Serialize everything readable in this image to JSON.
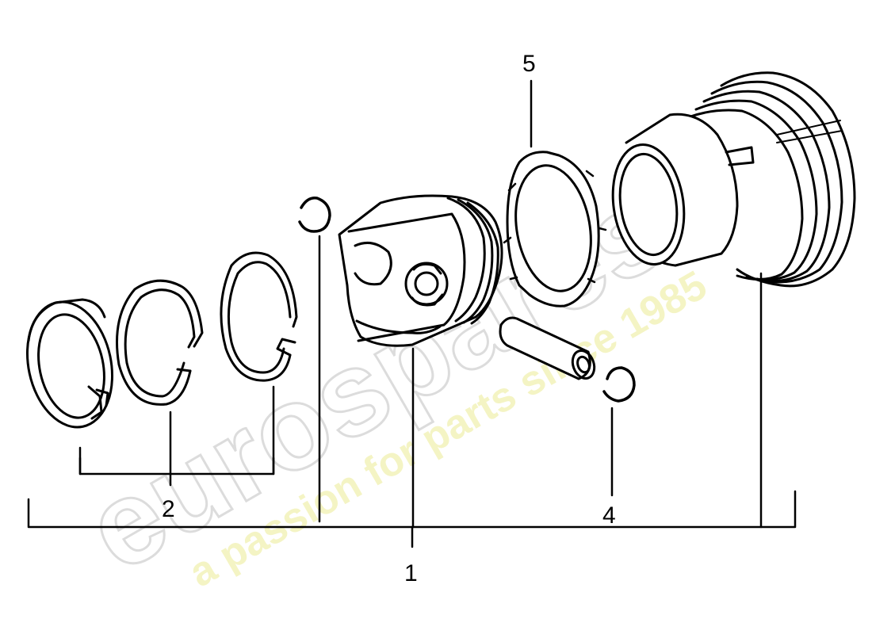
{
  "callouts": {
    "c1": "1",
    "c2": "2",
    "c4": "4",
    "c5": "5"
  },
  "watermark": {
    "brand": "eurospares",
    "tagline": "a passion for parts since 1985"
  },
  "colors": {
    "line": "#000000",
    "background": "#ffffff",
    "watermark_gray": "#d6d6d6",
    "watermark_yellow": "#f2f2b4"
  }
}
